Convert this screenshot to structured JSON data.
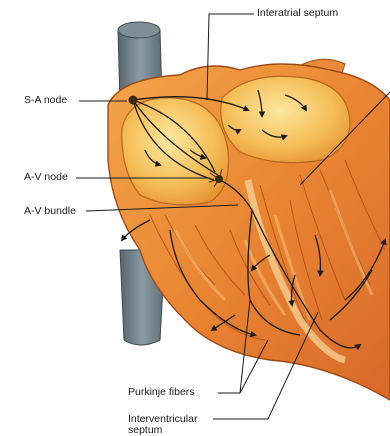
{
  "labels": {
    "interatrial_septum": "Interatrial septum",
    "sa_node": "S-A node",
    "av_node": "A-V node",
    "av_bundle": "A-V bundle",
    "purkinje_fibers": "Purkinje fibers",
    "interventricular_line1": "Interventricular",
    "interventricular_line2": "septum"
  },
  "colors": {
    "vessel": "#6f7f88",
    "myocardium": "#e88a2c",
    "chamber": "#f6c25a",
    "pathway": "#1b1b1b"
  }
}
